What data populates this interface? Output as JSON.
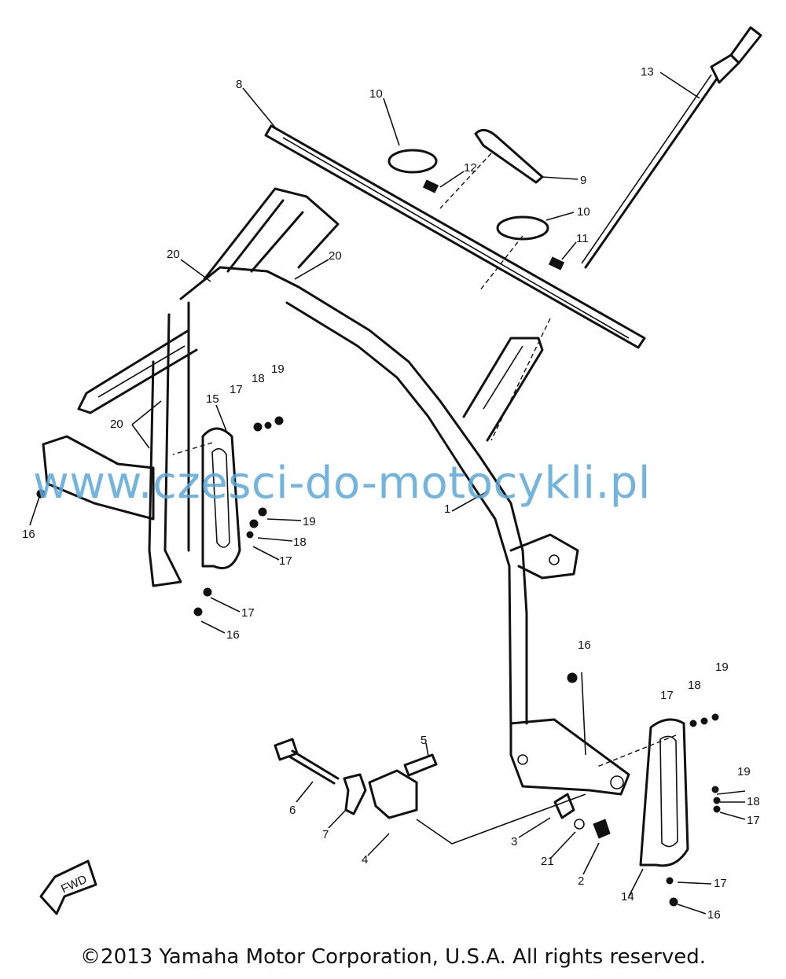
{
  "watermark": "www.czesci-do-motocykli.pl",
  "copyright": "©2013 Yamaha Motor Corporation, U.S.A. All rights reserved.",
  "fwd_label": "FWD",
  "callouts": {
    "c1": "1",
    "c2": "2",
    "c3": "3",
    "c4": "4",
    "c5": "5",
    "c6": "6",
    "c7": "7",
    "c8": "8",
    "c9": "9",
    "c10a": "10",
    "c10b": "10",
    "c11": "11",
    "c12": "12",
    "c13": "13",
    "c14": "14",
    "c15": "15",
    "c16a": "16",
    "c16b": "16",
    "c16c": "16",
    "c16d": "16",
    "c17a": "17",
    "c17b": "17",
    "c17c": "17",
    "c17d": "17",
    "c17e": "17",
    "c17f": "17",
    "c18a": "18",
    "c18b": "18",
    "c18c": "18",
    "c18d": "18",
    "c19a": "19",
    "c19b": "19",
    "c19c": "19",
    "c19d": "19",
    "c20a": "20",
    "c20b": "20",
    "c20c": "20",
    "c21": "21"
  }
}
